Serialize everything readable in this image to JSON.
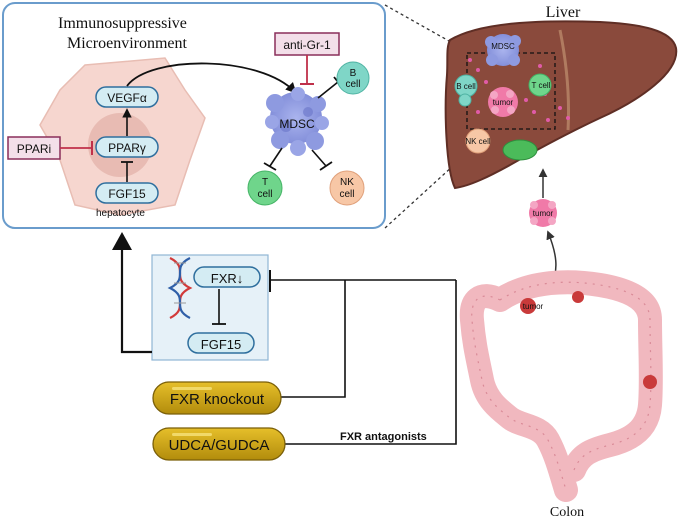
{
  "panel": {
    "title_line1": "Immunosuppressive",
    "title_line2": "Microenvironment"
  },
  "hepatocyte": {
    "label": "hepatocyte",
    "vegf": "VEGFα",
    "ppar": "PPARγ",
    "fgf15": "FGF15"
  },
  "drugs": {
    "ppari": "PPARi",
    "anti_gr1": "anti-Gr-1"
  },
  "immune": {
    "mdsc": "MDSC",
    "b_cell_line1": "B",
    "b_cell_line2": "cell",
    "t_cell_line1": "T",
    "t_cell_line2": "cell",
    "nk_cell_line1": "NK",
    "nk_cell_line2": "cell"
  },
  "nucleus": {
    "fxr": "FXR↓",
    "fgf15": "FGF15"
  },
  "treatments": {
    "fxr_knockout": "FXR knockout",
    "udca": "UDCA/GUDCA",
    "antagonists": "FXR antagonists"
  },
  "liver": {
    "title": "Liver",
    "mdsc": "MDSC",
    "b_cell": "B cell",
    "t_cell": "T cell",
    "tumor": "tumor",
    "nk_cell": "NK cell"
  },
  "migrating_tumor": "tumor",
  "colon": {
    "title": "Colon",
    "tumor": "tumor"
  },
  "colors": {
    "panel_border": "#6a9ccc",
    "pill_fill": "#d4ecf3",
    "pill_stroke": "#2f6f9e",
    "inhibitor_red": "#c0304a",
    "drug_box_fill": "#f3dfe9",
    "drug_box_stroke": "#8a2f5a",
    "capsule_gold": "#c8a115",
    "liver_brown": "#8a4a3c",
    "colon_pink": "#f1b8bf"
  }
}
